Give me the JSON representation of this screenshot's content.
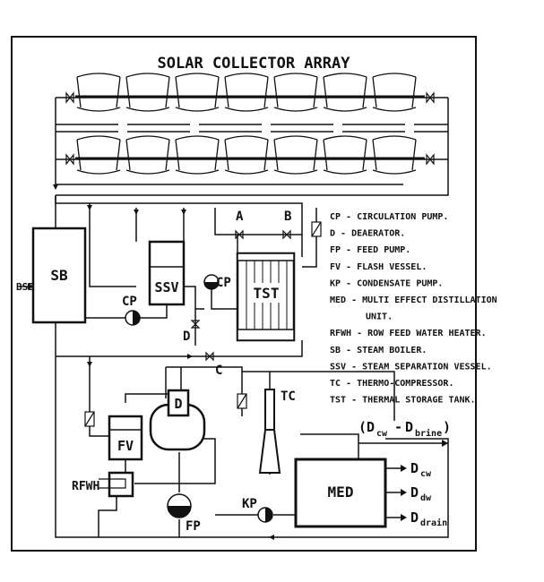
{
  "title": "SOLAR COLLECTOR ARRAY",
  "components": {
    "sb": "SB",
    "ssv": "SSV",
    "tst": "TST",
    "fv": "FV",
    "d": "D",
    "tc": "TC",
    "med": "MED",
    "cp1": "CP",
    "cp2": "CP",
    "d2": "D",
    "rfwh": "RFWH",
    "fp": "FP",
    "kp": "KP",
    "bsb": "BSB",
    "a": "A",
    "b": "B",
    "c": "C"
  },
  "outputs": {
    "top_d": "D",
    "top_cw": "cw",
    "top_minus": "-",
    "top_brine": "brine",
    "out1_d": "D",
    "out1_sub": "cw",
    "out2_d": "D",
    "out2_sub": "dw",
    "out3_d": "D",
    "out3_sub": "drain"
  },
  "legend": [
    "CP - CIRCULATION PUMP.",
    "D - DEAERATOR.",
    "FP - FEED PUMP.",
    "FV - FLASH VESSEL.",
    "KP - CONDENSATE PUMP.",
    "MED - MULTI EFFECT DISTILLATION",
    "UNIT.",
    "RFWH - ROW FEED WATER HEATER.",
    "SB - STEAM BOILER.",
    "SSV - STEAM SEPARATION VESSEL.",
    "TC - THERMO-COMPRESSOR.",
    "TST - THERMAL STORAGE TANK."
  ]
}
